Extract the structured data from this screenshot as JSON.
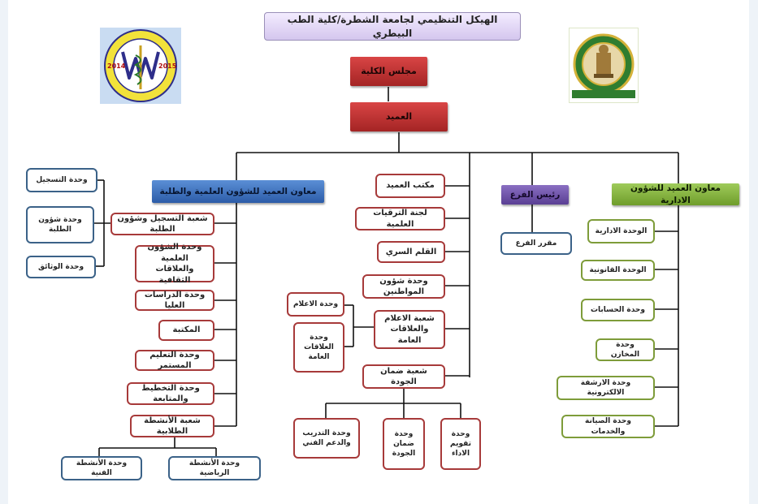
{
  "title": "الهيكل التنظيمي لجامعة الشطرة/كلية الطب البيطري",
  "logo_left": {
    "year_left": "2014",
    "year_right": "2015",
    "icon": "college-vet-medicine-seal-icon"
  },
  "logo_right": {
    "icon": "al-shatrah-university-emblem-icon"
  },
  "council": "مجلس الكلية",
  "dean": "العميد",
  "branches": {
    "academic": {
      "head": "معاون العميد للشؤون العلمية والطلبة",
      "units": [
        "شعبة التسجيل وشؤون الطلبة",
        "وحدة الشؤون العلمية والعلاقات الثقافية",
        "وحدة الدراسات العليا",
        "المكتبة",
        "وحدة التعليم المستمر",
        "وحدة التخطيط والمتابعة",
        "شعبة الأنشطة الطلابية"
      ],
      "registration_subunits": [
        "وحدة التسجيل",
        "وحدة شؤون الطلبة",
        "وحدة الوثائق"
      ],
      "activities_subunits": [
        "وحدة الأنشطة الرياضية",
        "وحدة الأنشطة الفنية"
      ]
    },
    "dean_offices": {
      "units": [
        "مكتب العميد",
        "لجنة الترقيات العلمية",
        "القلم السري",
        "وحدة شؤون المواطنين",
        "شعبة الاعلام والعلاقات العامة",
        "شعبة ضمان الجودة"
      ],
      "media_subunits": [
        "وحدة الاعلام",
        "وحدة العلاقات العامة"
      ],
      "quality_subunits": [
        "وحدة التدريب والدعم الفني",
        "وحدة ضمان الجودة",
        "وحدة تقويم الاداء"
      ]
    },
    "branch_head": {
      "head": "رئيس الفرع",
      "units": [
        "مقرر الفرع"
      ]
    },
    "admin": {
      "head": "معاون العميد للشؤون الادارية",
      "units": [
        "الوحدة الادارية",
        "الوحدة القانونية",
        "وحدة الحسابات",
        "وحدة المخازن",
        "وحدة الارشفة الالكترونية",
        "وحدة الصيانة والخدمات"
      ]
    }
  }
}
